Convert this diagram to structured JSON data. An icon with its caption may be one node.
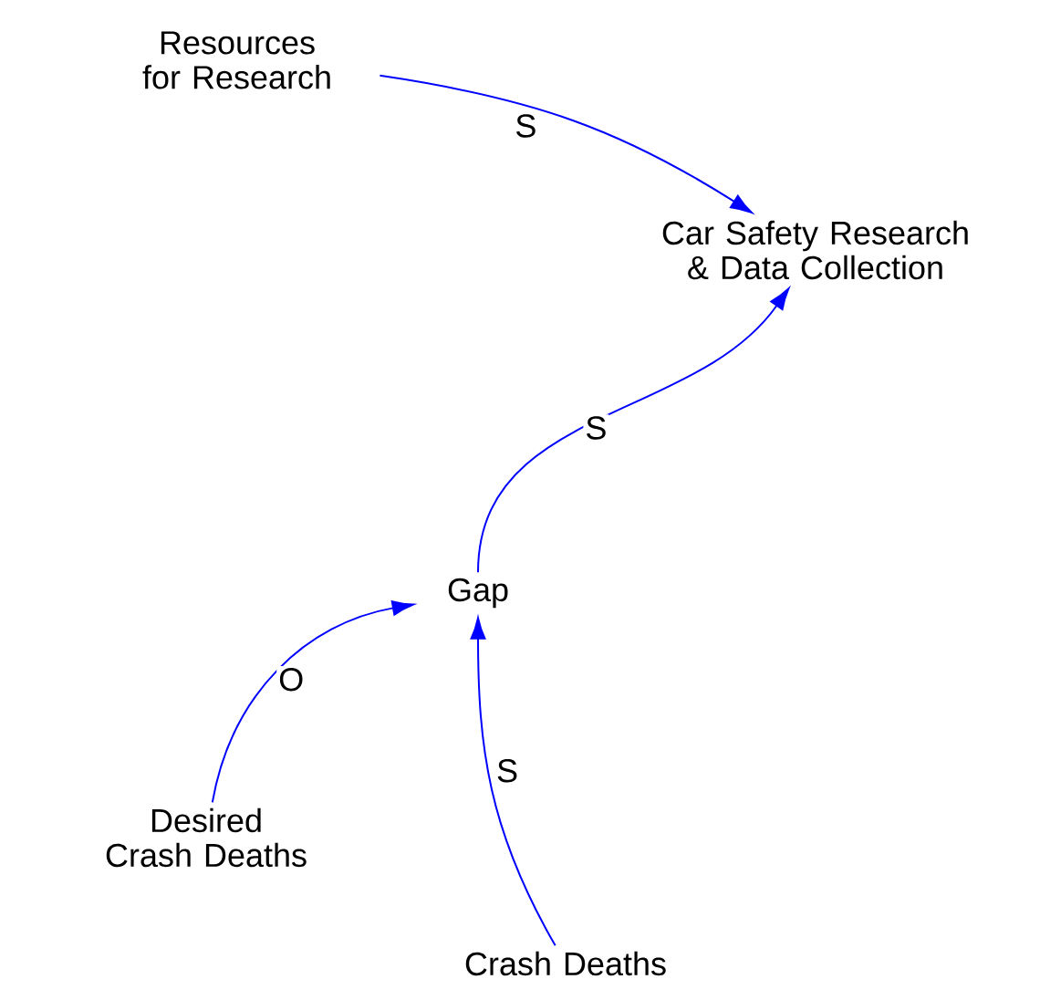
{
  "diagram": {
    "nodes": [
      {
        "text": [
          "Resources for Research"
        ]
      },
      {
        "text": [
          "Car Safety Research & Data Collection"
        ]
      },
      {
        "text": [
          "Gap"
        ]
      },
      {
        "text": [
          "Desired Crash Deaths"
        ]
      },
      {
        "text": [
          "Crash Deaths"
        ]
      }
    ],
    "edges": [
      {
        "from": 0,
        "to": 1,
        "arrow": "to",
        "label": "S",
        "color": "#0000ff"
      },
      {
        "from": 2,
        "to": 1,
        "arrow": "to",
        "label": "S",
        "color": "#0000ff"
      },
      {
        "from": 3,
        "to": 2,
        "arrow": "to",
        "label": "O",
        "color": "#0000ff"
      },
      {
        "from": 4,
        "to": 2,
        "arrow": "to",
        "label": "S",
        "color": "#0000ff"
      }
    ]
  }
}
